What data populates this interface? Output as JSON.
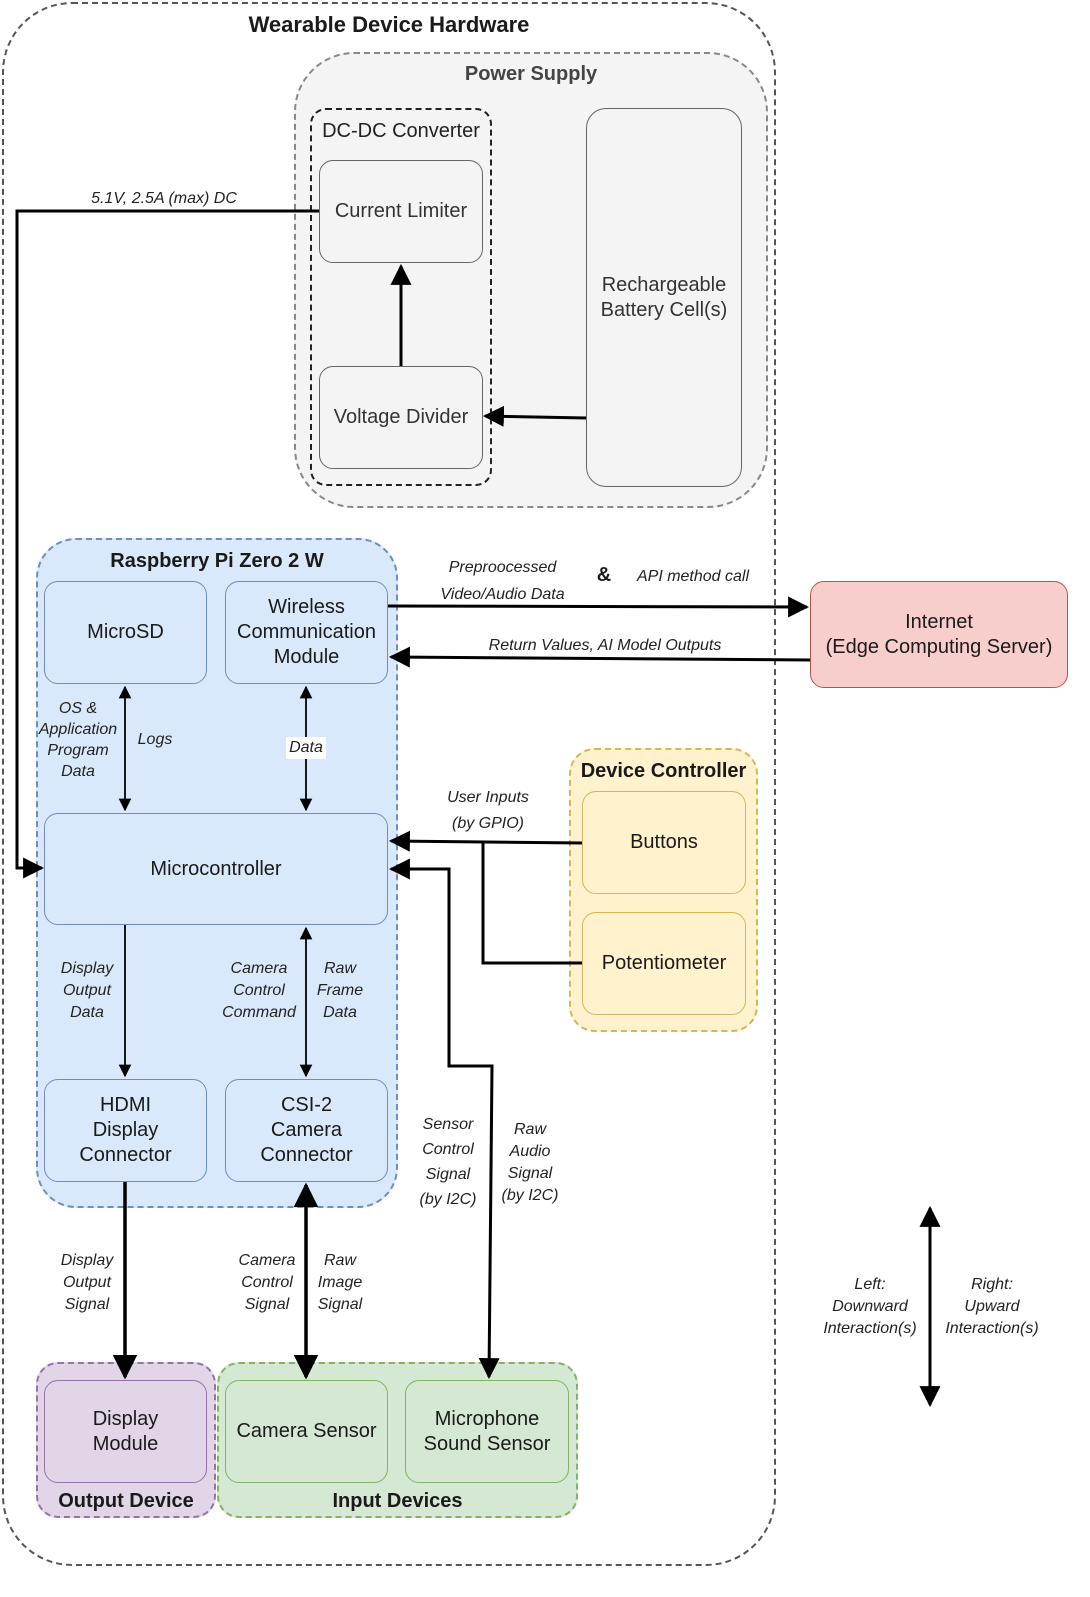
{
  "outer": {
    "title": "Wearable Device Hardware"
  },
  "power": {
    "title": "Power Supply",
    "dcdc_title": "DC-DC Converter",
    "current_limiter": "Current Limiter",
    "voltage_divider": "Voltage Divider",
    "battery": "Rechargeable\nBattery Cell(s)",
    "dc_label": "5.1V, 2.5A (max) DC"
  },
  "pi": {
    "title": "Raspberry Pi Zero 2 W",
    "microsd": "MicroSD",
    "wireless": "Wireless\nCommunication\nModule",
    "microcontroller": "Microcontroller",
    "hdmi": "HDMI\nDisplay\nConnector",
    "csi": "CSI-2\nCamera\nConnector"
  },
  "internet": {
    "label": "Internet\n(Edge Computing Server)"
  },
  "controller": {
    "title": "Device Controller",
    "buttons": "Buttons",
    "potentiometer": "Potentiometer"
  },
  "output_group": {
    "title": "Output Device",
    "display_module": "Display\nModule"
  },
  "input_group": {
    "title": "Input Devices",
    "camera_sensor": "Camera Sensor",
    "mic": "Microphone\nSound Sensor"
  },
  "labels": {
    "preprocessed": "Preproocessed\nVideo/Audio Data",
    "ampersand": "&",
    "api_call": "API method call",
    "return_values": "Return Values, AI Model Outputs",
    "os_data": "OS &\nApplication\nProgram\nData",
    "logs": "Logs",
    "data": "Data",
    "user_inputs": "User Inputs\n(by GPIO)",
    "display_output_data": "Display\nOutput\nData",
    "camera_control_command": "Camera\nControl\nCommand",
    "raw_frame_data": "Raw\nFrame\nData",
    "sensor_control": "Sensor\nControl\nSignal\n(by I2C)",
    "raw_audio": "Raw\nAudio\nSignal\n(by I2C)",
    "display_output_signal": "Display\nOutput\nSignal",
    "camera_control_signal": "Camera\nControl\nSignal",
    "raw_image_signal": "Raw\nImage\nSignal"
  },
  "legend": {
    "left": "Left:\nDownward\nInteraction(s)",
    "right": "Right:\nUpward\nInteraction(s)"
  }
}
